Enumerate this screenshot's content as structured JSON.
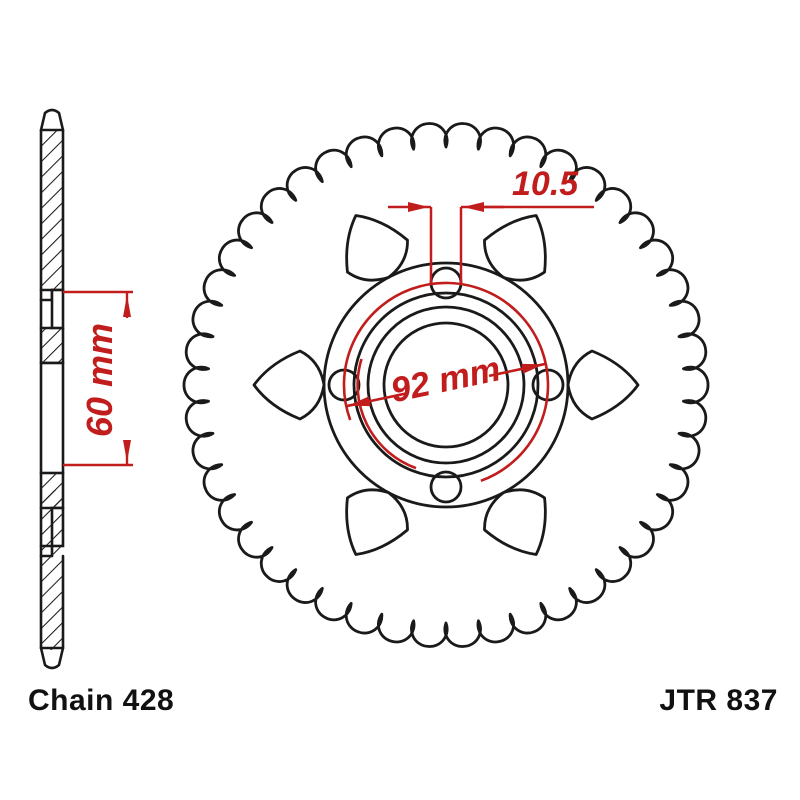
{
  "drawing": {
    "title": "Motorcycle rear sprocket technical drawing",
    "part_number": "JTR 837",
    "chain_label": "Chain 428",
    "ink_color": "#1a1a1a",
    "dimension_color": "#c21d1d",
    "background": "#ffffff"
  },
  "dimensions": {
    "thickness": {
      "value": "60 mm",
      "orientation": "vertical",
      "view": "section"
    },
    "bolt_circle": {
      "value": "92 mm",
      "orientation": "diametral",
      "view": "face"
    },
    "bolt_hole": {
      "value": "10.5",
      "orientation": "horizontal",
      "view": "face"
    }
  },
  "face_view": {
    "teeth_count": 46,
    "bolt_holes": 4,
    "lightening_holes": 6,
    "bolt_hole_angles_deg": [
      90,
      0,
      270,
      180
    ]
  },
  "section_view": {
    "label": "cross-section",
    "hatched": true
  },
  "labels": {
    "bottom_left": "Chain 428",
    "bottom_right": "JTR 837"
  }
}
